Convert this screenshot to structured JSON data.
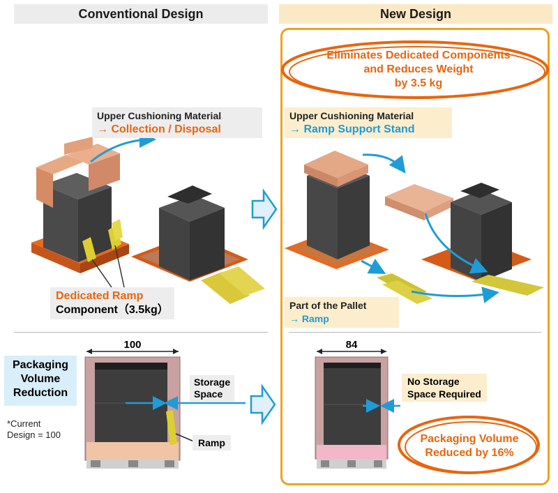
{
  "headers": {
    "left": "Conventional Design",
    "right": "New Design"
  },
  "highlight": {
    "lines": [
      "Eliminates Dedicated Components",
      "and Reduces Weight",
      "by 3.5 kg"
    ]
  },
  "conventional": {
    "upper_cushion": {
      "title": "Upper Cushioning Material",
      "fate": "→ Collection / Disposal"
    },
    "ramp_component": {
      "line1": "Dedicated Ramp",
      "line2": "Component（3.5kg）"
    }
  },
  "new_design": {
    "upper_cushion": {
      "title": "Upper Cushioning Material",
      "fate": "→ Ramp Support Stand"
    },
    "pallet": {
      "title": "Part of the Pallet",
      "fate": "→ Ramp"
    }
  },
  "volume": {
    "section_title": [
      "Packaging",
      "Volume",
      "Reduction"
    ],
    "note": [
      "*Current",
      "Design = 100"
    ],
    "conventional_width": "100",
    "new_width": "84",
    "storage_space": [
      "Storage",
      "Space"
    ],
    "ramp_label": "Ramp",
    "no_storage": [
      "No Storage",
      "Space Required"
    ],
    "result": [
      "Packaging Volume",
      "Reduced by 16%"
    ]
  },
  "colors": {
    "accent_orange": "#e8650d",
    "accent_blue": "#1e9cd7",
    "frame": "#f0a21b"
  }
}
